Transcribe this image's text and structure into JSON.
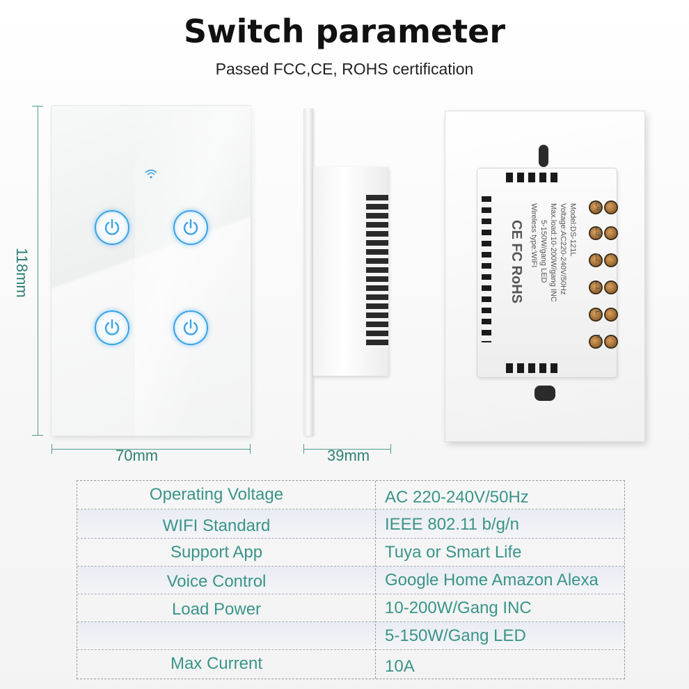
{
  "header": {
    "title": "Switch parameter",
    "subtitle": "Passed FCC,CE, ROHS certification"
  },
  "dimensions": {
    "height": "118mm",
    "width": "70mm",
    "depth": "39mm"
  },
  "back_label": {
    "lines": [
      "Model:DS-121L",
      "Voltage:AC220-240V/50Hz",
      "Max.load:10-200W/gang INC",
      "5-150W/gang LED",
      "Wireless type:WIFI"
    ],
    "terminals": [
      "L4",
      "L3",
      "L2",
      "L1",
      "L",
      "N"
    ],
    "certs": "CE FC RoHS"
  },
  "icons": {
    "wifi": "wifi-icon",
    "power": "power-icon"
  },
  "colors": {
    "accent": "#3ba3e6",
    "table_text": "#3a9488",
    "dimension": "#2f7f74"
  },
  "specs": [
    {
      "label": "Operating Voltage",
      "value": "AC 220-240V/50Hz"
    },
    {
      "label": "WIFI Standard",
      "value": "IEEE 802.11 b/g/n"
    },
    {
      "label": "Support App",
      "value": "Tuya or Smart Life"
    },
    {
      "label": "Voice Control",
      "value": "Google Home Amazon Alexa"
    },
    {
      "label": "Load Power",
      "value": "10-200W/Gang INC"
    },
    {
      "label": "",
      "value": "5-150W/Gang LED"
    },
    {
      "label": "Max Current",
      "value": "10A"
    }
  ]
}
